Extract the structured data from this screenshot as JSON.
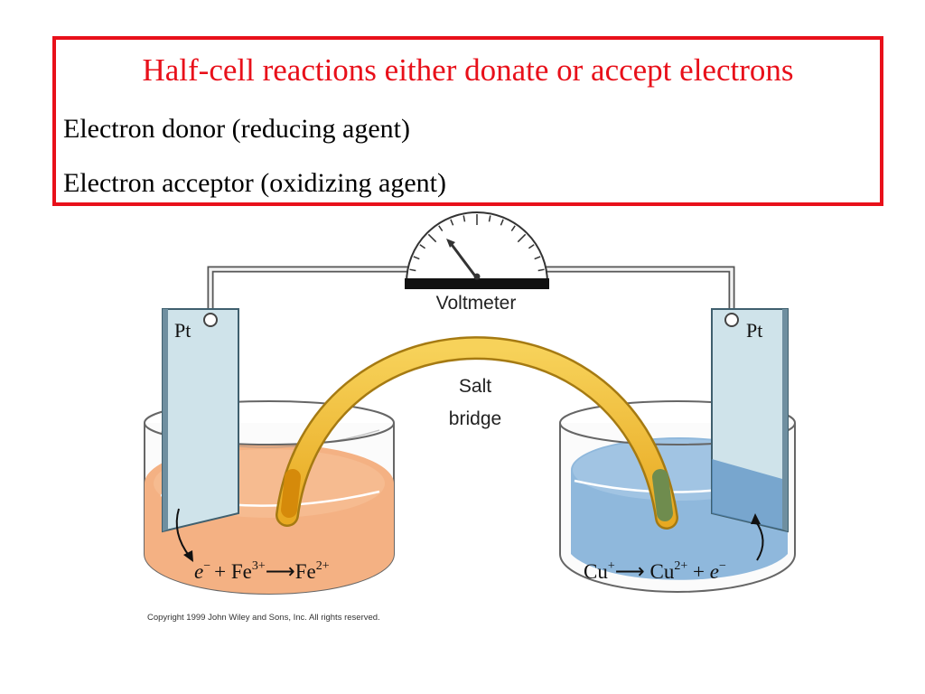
{
  "header": {
    "title": "Half-cell reactions either donate or accept electrons",
    "line1": "Electron donor (reducing agent)",
    "line2": "Electron acceptor (oxidizing agent)"
  },
  "diagram": {
    "meter_label": "Voltmeter",
    "bridge_label_1": "Salt",
    "bridge_label_2": "bridge",
    "left_electrode": "Pt",
    "right_electrode": "Pt",
    "left_reaction": {
      "e": "e",
      "e_charge": "−",
      "plus": "+ Fe",
      "fe3_charge": "3+",
      "arrow": "⟶",
      "fe2": "Fe",
      "fe2_charge": "2+"
    },
    "right_reaction": {
      "cu": "Cu",
      "cu_charge": "+",
      "arrow": "⟶",
      "cu2": " Cu",
      "cu2_charge": "2+",
      "plus": " + ",
      "e": "e",
      "e_charge": "−"
    },
    "copyright": "Copyright 1999 John Wiley and Sons, Inc. All rights reserved.",
    "colors": {
      "left_solution": "#f4b183",
      "right_solution": "#8fb8dc",
      "electrode": "#cfe3ea",
      "bridge": "#f2c234",
      "border": "#e8101a"
    }
  }
}
